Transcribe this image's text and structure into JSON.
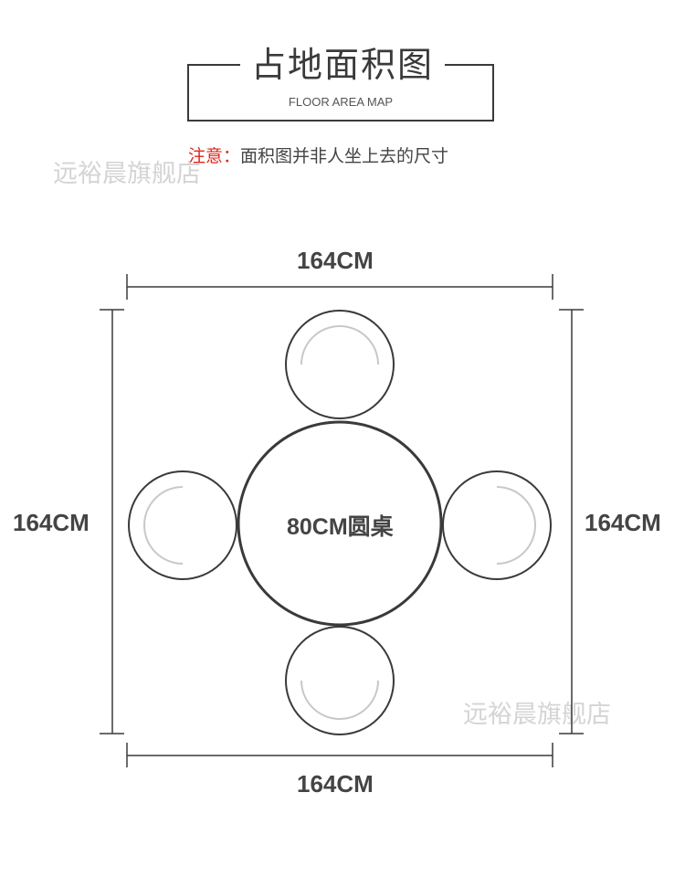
{
  "header": {
    "title": "占地面积图",
    "subtitle": "FLOOR AREA MAP"
  },
  "note": {
    "label": "注意：",
    "text": "面积图并非人坐上去的尺寸"
  },
  "watermark": {
    "text": "远裕晨旗舰店"
  },
  "dimensions": {
    "top": "164CM",
    "bottom": "164CM",
    "left": "164CM",
    "right": "164CM"
  },
  "table": {
    "label": "80CM圆桌"
  },
  "colors": {
    "accent": "#e0251b",
    "line": "#3a3a3a",
    "seat_arc": "#c8c8c8"
  }
}
